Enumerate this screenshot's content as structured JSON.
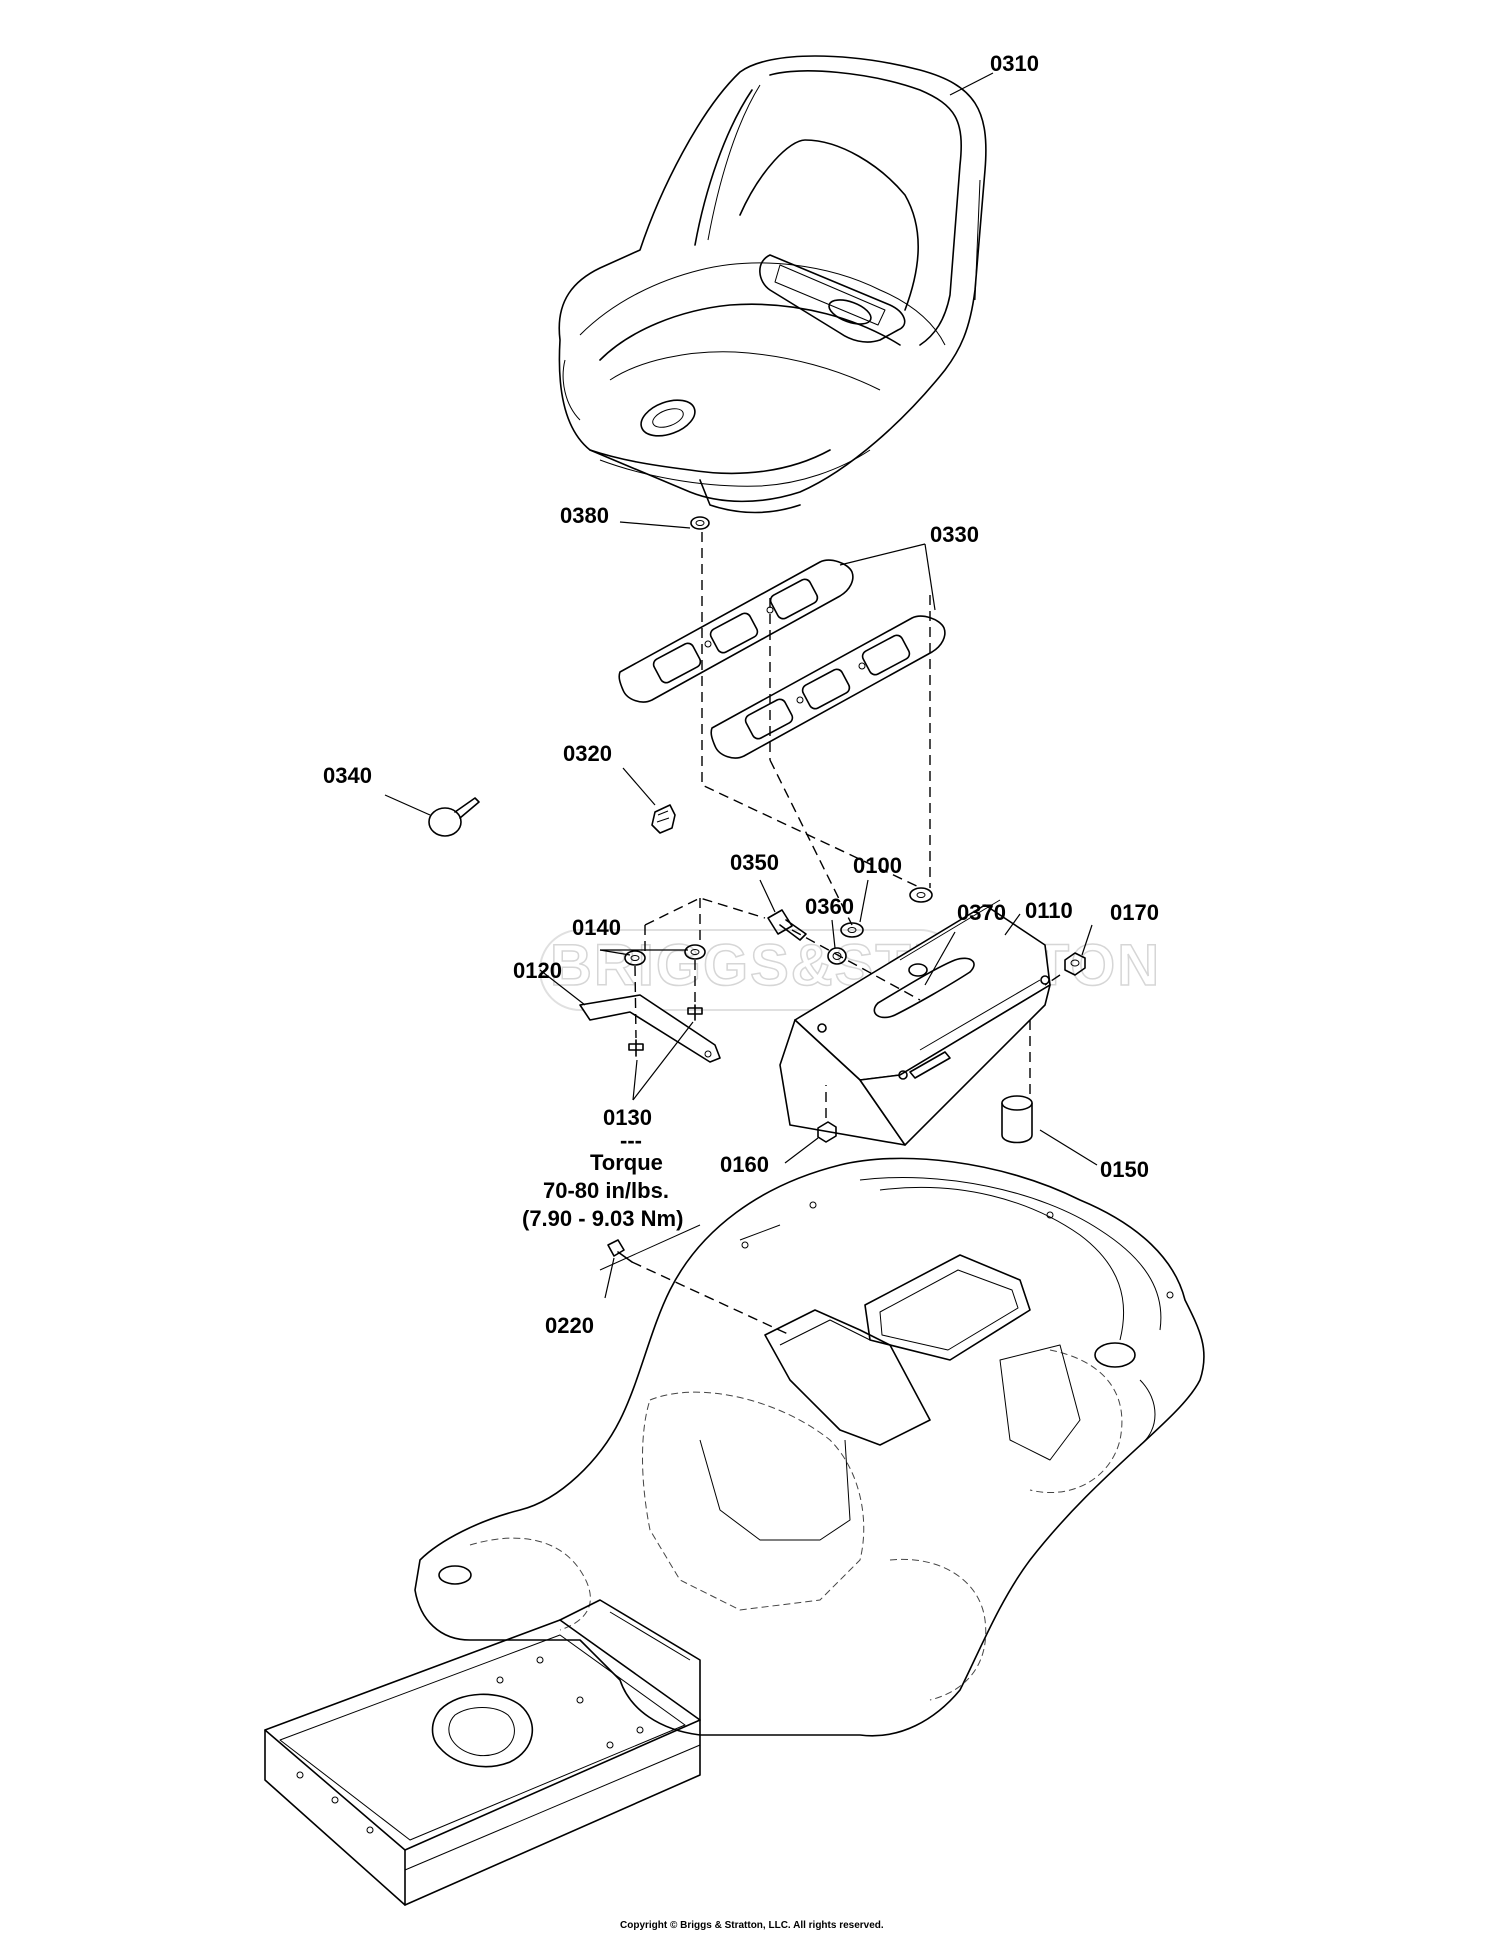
{
  "watermark": "BRIGGS&STRATTON",
  "labels": [
    {
      "id": "0310",
      "text": "0310"
    },
    {
      "id": "0380",
      "text": "0380"
    },
    {
      "id": "0330",
      "text": "0330"
    },
    {
      "id": "0320",
      "text": "0320"
    },
    {
      "id": "0340",
      "text": "0340"
    },
    {
      "id": "0350",
      "text": "0350"
    },
    {
      "id": "0100",
      "text": "0100"
    },
    {
      "id": "0360",
      "text": "0360"
    },
    {
      "id": "0370",
      "text": "0370"
    },
    {
      "id": "0110",
      "text": "0110"
    },
    {
      "id": "0170",
      "text": "0170"
    },
    {
      "id": "0140",
      "text": "0140"
    },
    {
      "id": "0120",
      "text": "0120"
    },
    {
      "id": "0130",
      "text": "0130"
    },
    {
      "id": "0160",
      "text": "0160"
    },
    {
      "id": "0150",
      "text": "0150"
    },
    {
      "id": "0220",
      "text": "0220"
    }
  ],
  "torque_note": {
    "separator": "---",
    "title": "Torque",
    "value_imperial": "70-80 in/lbs.",
    "value_metric": "(7.90 - 9.03 Nm)"
  },
  "copyright": "Copyright © Briggs & Stratton, LLC. All rights reserved."
}
